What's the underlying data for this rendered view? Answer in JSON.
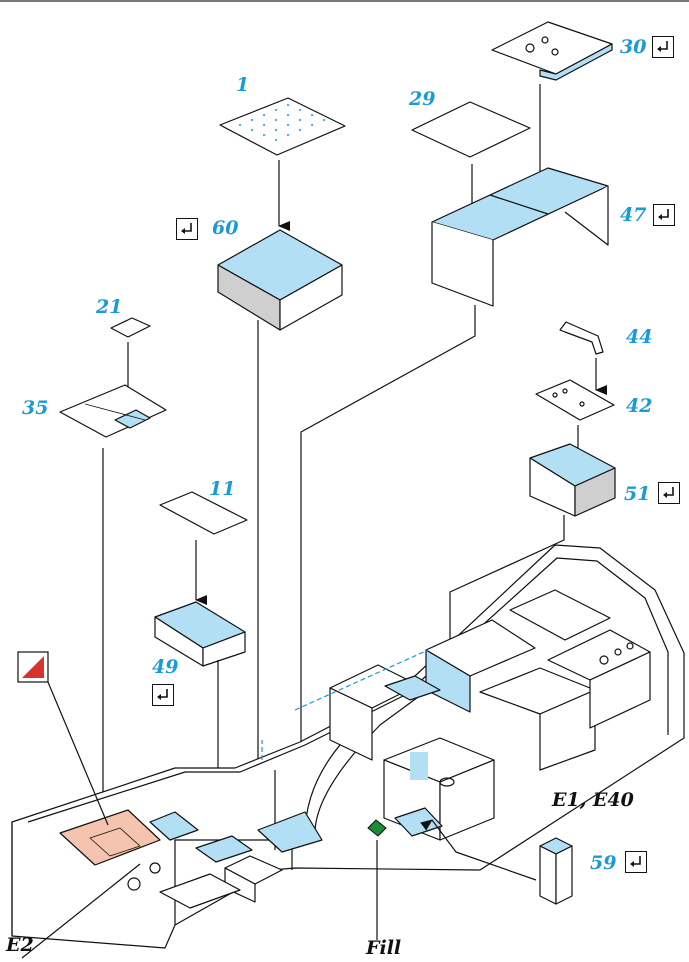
{
  "labels": {
    "p1": "1",
    "p29": "29",
    "p30": "30",
    "p60": "60",
    "p47": "47",
    "p21": "21",
    "p35": "35",
    "p44": "44",
    "p42": "42",
    "p51": "51",
    "p11": "11",
    "p49": "49",
    "p59": "59",
    "e1e40": "E1, E40",
    "e2": "E2",
    "fill": "Fill"
  },
  "colors": {
    "part_number": "#1a9ad6",
    "highlight_blue": "#b3dff5",
    "highlight_gray": "#cfcfcf",
    "highlight_peach": "#f5c4ae",
    "paint_swatch": "#d8322e",
    "fill_marker": "#1f8a3a"
  },
  "icons": [
    "return-arrow-icon",
    "paint-swatch-icon",
    "fill-marker-icon"
  ]
}
